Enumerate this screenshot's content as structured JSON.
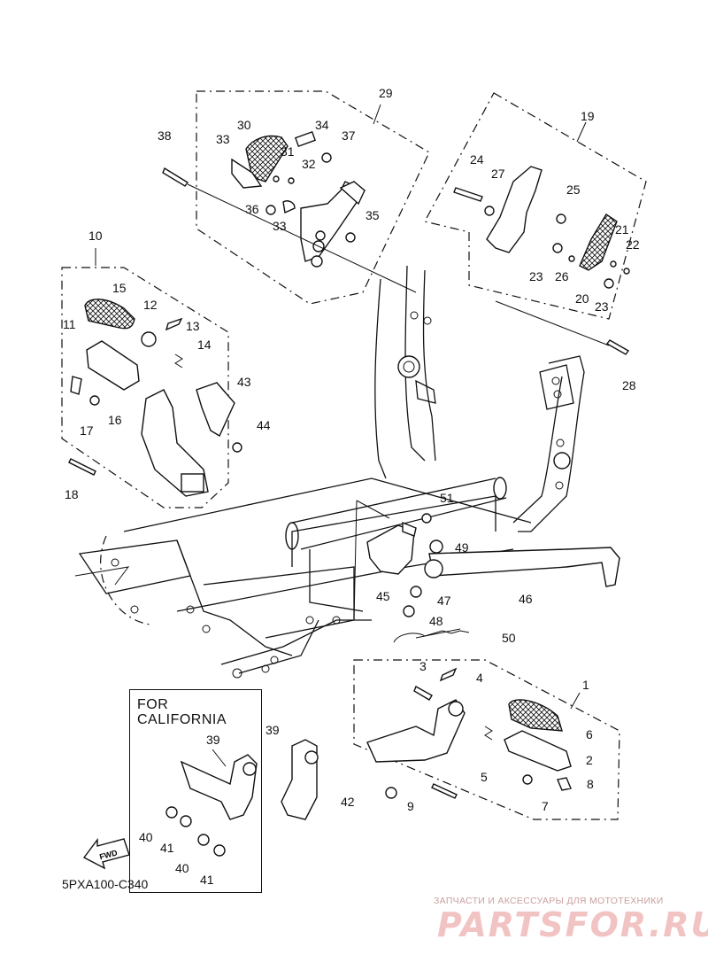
{
  "diagram": {
    "reference_code": "5PXA100-C340",
    "california_box_title": "FOR\nCALIFORNIA",
    "fwd_label": "FWD",
    "watermark_text": "ЗАПЧАСТИ И АКСЕССУАРЫ ДЛЯ МОТОТЕХНИКИ",
    "watermark_logo": "PARTSFOR.RU",
    "callouts": [
      {
        "id": "c29",
        "text": "29"
      },
      {
        "id": "c30",
        "text": "30"
      },
      {
        "id": "c34",
        "text": "34"
      },
      {
        "id": "c37",
        "text": "37"
      },
      {
        "id": "c38",
        "text": "38"
      },
      {
        "id": "c33a",
        "text": "33"
      },
      {
        "id": "c31",
        "text": "31"
      },
      {
        "id": "c32",
        "text": "32"
      },
      {
        "id": "c36",
        "text": "36"
      },
      {
        "id": "c33b",
        "text": "33"
      },
      {
        "id": "c35",
        "text": "35"
      },
      {
        "id": "c19",
        "text": "19"
      },
      {
        "id": "c24",
        "text": "24"
      },
      {
        "id": "c27",
        "text": "27"
      },
      {
        "id": "c25",
        "text": "25"
      },
      {
        "id": "c21",
        "text": "21"
      },
      {
        "id": "c22",
        "text": "22"
      },
      {
        "id": "c23a",
        "text": "23"
      },
      {
        "id": "c26",
        "text": "26"
      },
      {
        "id": "c20",
        "text": "20"
      },
      {
        "id": "c23b",
        "text": "23"
      },
      {
        "id": "c28",
        "text": "28"
      },
      {
        "id": "c10",
        "text": "10"
      },
      {
        "id": "c15",
        "text": "15"
      },
      {
        "id": "c12",
        "text": "12"
      },
      {
        "id": "c13",
        "text": "13"
      },
      {
        "id": "c11",
        "text": "11"
      },
      {
        "id": "c14",
        "text": "14"
      },
      {
        "id": "c43",
        "text": "43"
      },
      {
        "id": "c16",
        "text": "16"
      },
      {
        "id": "c17",
        "text": "17"
      },
      {
        "id": "c44",
        "text": "44"
      },
      {
        "id": "c18",
        "text": "18"
      },
      {
        "id": "c51",
        "text": "51"
      },
      {
        "id": "c49",
        "text": "49"
      },
      {
        "id": "c45",
        "text": "45"
      },
      {
        "id": "c47",
        "text": "47"
      },
      {
        "id": "c46",
        "text": "46"
      },
      {
        "id": "c48",
        "text": "48"
      },
      {
        "id": "c50",
        "text": "50"
      },
      {
        "id": "c3",
        "text": "3"
      },
      {
        "id": "c4",
        "text": "4"
      },
      {
        "id": "c1",
        "text": "1"
      },
      {
        "id": "c6",
        "text": "6"
      },
      {
        "id": "c2",
        "text": "2"
      },
      {
        "id": "c5",
        "text": "5"
      },
      {
        "id": "c8",
        "text": "8"
      },
      {
        "id": "c7",
        "text": "7"
      },
      {
        "id": "c42",
        "text": "42"
      },
      {
        "id": "c9",
        "text": "9"
      },
      {
        "id": "c39a",
        "text": "39"
      },
      {
        "id": "c39b",
        "text": "39"
      },
      {
        "id": "c40a",
        "text": "40"
      },
      {
        "id": "c41a",
        "text": "41"
      },
      {
        "id": "c40b",
        "text": "40"
      },
      {
        "id": "c41b",
        "text": "41"
      }
    ]
  }
}
